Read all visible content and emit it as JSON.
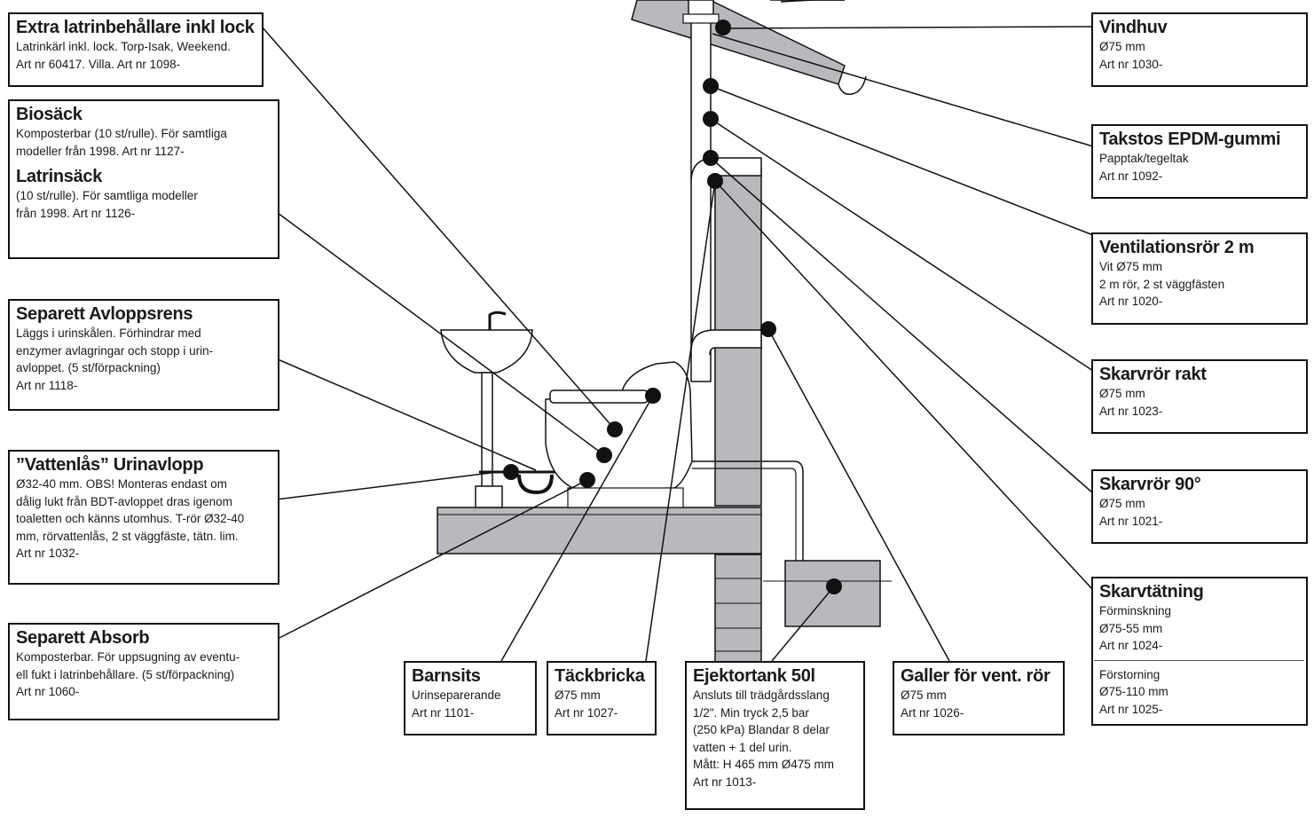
{
  "colors": {
    "structure_fill": "#b9b9bd",
    "stroke": "#111111",
    "background": "#ffffff"
  },
  "callouts": {
    "extra_latrin": {
      "title": "Extra latrinbehållare inkl lock",
      "lines": [
        "Latrinkärl inkl. lock. Torp-Isak, Weekend.",
        "Art nr 60417. Villa. Art nr 1098-"
      ]
    },
    "biosack": {
      "title": "Biosäck",
      "lines": [
        "Komposterbar (10 st/rulle). För samtliga",
        "modeller från 1998. Art nr 1127-"
      ]
    },
    "latrinsack": {
      "title": "Latrinsäck",
      "lines": [
        "(10 st/rulle). För samtliga modeller",
        "från 1998. Art nr 1126-"
      ]
    },
    "avloppsrens": {
      "title": "Separett Avloppsrens",
      "lines": [
        "Läggs i urinskålen. Förhindrar med",
        "enzymer avlagringar och stopp i urin-",
        "avloppet. (5 st/förpackning)",
        "Art nr 1118-"
      ]
    },
    "vattenlas": {
      "title": "”Vattenlås” Urinavlopp",
      "lines": [
        "Ø32-40 mm. OBS! Monteras endast om",
        "dålig lukt från BDT-avloppet dras igenom",
        "toaletten och känns utomhus. T-rör Ø32-40",
        "mm, rörvattenlås, 2 st väggfäste, tätn. lim.",
        "Art nr 1032-"
      ]
    },
    "absorb": {
      "title": "Separett Absorb",
      "lines": [
        "Komposterbar. För uppsugning av eventu-",
        "ell fukt i latrinbehållare. (5 st/förpackning)",
        "Art nr 1060-"
      ]
    },
    "barnsits": {
      "title": "Barnsits",
      "lines": [
        "Urinseparerande",
        "Art nr 1101-"
      ]
    },
    "tackbricka": {
      "title": "Täckbricka",
      "lines": [
        "Ø75 mm",
        "Art nr 1027-"
      ]
    },
    "ejektortank": {
      "title": "Ejektortank 50l",
      "lines": [
        "Ansluts till trädgårdsslang",
        "1/2\". Min tryck 2,5 bar",
        "(250 kPa) Blandar 8 delar",
        "vatten + 1 del urin.",
        "Mått: H 465 mm Ø475 mm",
        "Art nr 1013-"
      ]
    },
    "galler": {
      "title": "Galler för vent. rör",
      "lines": [
        "Ø75 mm",
        "Art nr 1026-"
      ]
    },
    "vindhuv": {
      "title": "Vindhuv",
      "lines": [
        "Ø75 mm",
        "Art nr 1030-"
      ]
    },
    "takstos": {
      "title": "Takstos EPDM-gummi",
      "lines": [
        "Papptak/tegeltak",
        "Art nr 1092-"
      ]
    },
    "ventilationsror": {
      "title": "Ventilationsrör 2 m",
      "lines": [
        "Vit Ø75 mm",
        "2 m rör, 2 st väggfästen",
        "Art nr 1020-"
      ]
    },
    "skarvror_rakt": {
      "title": "Skarvrör rakt",
      "lines": [
        "Ø75 mm",
        "Art nr 1023-"
      ]
    },
    "skarvror_90": {
      "title": "Skarvrör 90°",
      "lines": [
        "Ø75 mm",
        "Art nr 1021-"
      ]
    },
    "skarvtatning": {
      "title": "Skarvtätning",
      "lines": [
        "Förminskning",
        "Ø75-55 mm",
        "Art nr 1024-"
      ],
      "lines2": [
        "Förstorning",
        "Ø75-110 mm",
        "Art nr 1025-"
      ]
    }
  }
}
